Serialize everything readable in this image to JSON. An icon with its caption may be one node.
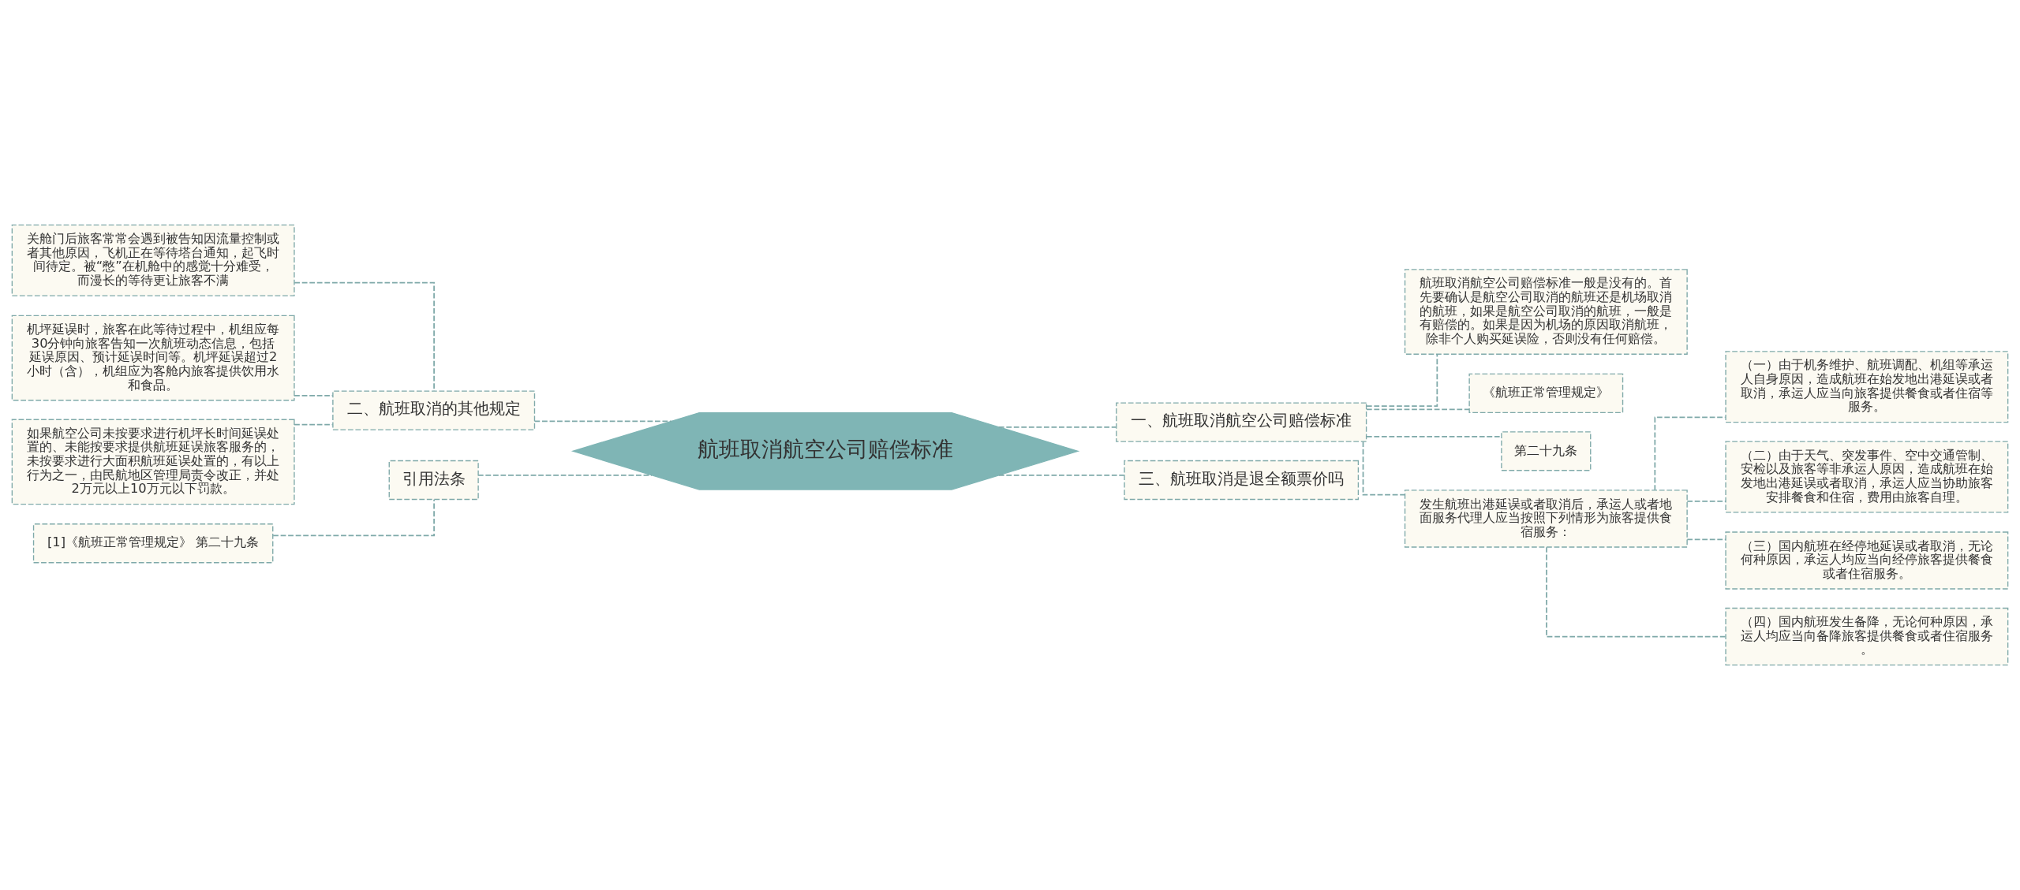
{
  "diagram": {
    "nodes": [
      {
        "text": [
          "航班取消航空公司赔偿标准"
        ]
      },
      {
        "text": [
          "一、航班取消航空公司赔偿标准"
        ]
      },
      {
        "text": [
          "航班取消航空公司赔偿标准一般是没有的。首先要确认是航空公司取消的航班还是机场取消的航班，如果是航空公司取消的航班，一般是有赔偿的。如果是因为机场的原因取消航班，除非个人购买延误险，否则没有任何赔偿。"
        ]
      },
      {
        "text": [
          "《航班正常管理规定》"
        ]
      },
      {
        "text": [
          "第二十九条"
        ]
      },
      {
        "text": [
          "发生航班出港延误或者取消后，承运人或者地面服务代理人应当按照下列情形为旅客提供食宿服务："
        ]
      },
      {
        "text": [
          "（一）由于机务维护、航班调配、机组等承运人自身原因，造成航班在始发地出港延误或者取消，承运人应当向旅客提供餐食或者住宿等服务。"
        ]
      },
      {
        "text": [
          "（二）由于天气、突发事件、空中交通管制、安检以及旅客等非承运人原因，造成航班在始发地出港延误或者取消，承运人应当协助旅客安排餐食和住宿，费用由旅客自理。"
        ]
      },
      {
        "text": [
          "（三）国内航班在经停地延误或者取消，无论何种原因，承运人均应当向经停旅客提供餐食或者住宿服务。"
        ]
      },
      {
        "text": [
          "（四）国内航班发生备降，无论何种原因，承运人均应当向备降旅客提供餐食或者住宿服务。"
        ]
      },
      {
        "text": [
          "三、航班取消是退全额票价吗"
        ]
      },
      {
        "text": [
          "二、航班取消的其他规定"
        ]
      },
      {
        "text": [
          "关舱门后旅客常常会遇到被告知因流量控制或者其他原因，飞机正在等待塔台通知，起飞时间待定。被“憋”在机舱中的感觉十分难受，而漫长的等待更让旅客不满"
        ]
      },
      {
        "text": [
          "机坪延误时，旅客在此等待过程中，机组应每30分钟向旅客告知一次航班动态信息，包括延误原因、预计延误时间等。机坪延误超过2小时（含），机组应为客舱内旅客提供饮用水和食品。"
        ]
      },
      {
        "text": [
          "如果航空公司未按要求进行机坪长时间延误处置的、未能按要求提供航班延误旅客服务的，未按要求进行大面积航班延误处置的，有以上行为之一，由民航地区管理局责令改正，并处2万元以上10万元以下罚款。"
        ]
      },
      {
        "text": [
          "引用法条"
        ]
      },
      {
        "text": [
          "[1]《航班正常管理规定》 第二十九条"
        ]
      }
    ],
    "edges": [
      {
        "from": 0,
        "to": 1,
        "arrow": "none",
        "style": "dashed"
      },
      {
        "from": 1,
        "to": 2,
        "arrow": "none",
        "style": "dashed"
      },
      {
        "from": 1,
        "to": 3,
        "arrow": "none",
        "style": "dashed"
      },
      {
        "from": 1,
        "to": 4,
        "arrow": "none",
        "style": "dashed"
      },
      {
        "from": 1,
        "to": 5,
        "arrow": "none",
        "style": "dashed"
      },
      {
        "from": 5,
        "to": 6,
        "arrow": "none",
        "style": "dashed"
      },
      {
        "from": 5,
        "to": 7,
        "arrow": "none",
        "style": "dashed"
      },
      {
        "from": 5,
        "to": 8,
        "arrow": "none",
        "style": "dashed"
      },
      {
        "from": 5,
        "to": 9,
        "arrow": "none",
        "style": "dashed"
      },
      {
        "from": 0,
        "to": 10,
        "arrow": "none",
        "style": "dashed"
      },
      {
        "from": 0,
        "to": 11,
        "arrow": "none",
        "style": "dashed"
      },
      {
        "from": 11,
        "to": 12,
        "arrow": "none",
        "style": "dashed"
      },
      {
        "from": 11,
        "to": 13,
        "arrow": "none",
        "style": "dashed"
      },
      {
        "from": 11,
        "to": 14,
        "arrow": "none",
        "style": "dashed"
      },
      {
        "from": 0,
        "to": 15,
        "arrow": "none",
        "style": "dashed"
      },
      {
        "from": 15,
        "to": 16,
        "arrow": "none",
        "style": "dashed"
      }
    ]
  }
}
